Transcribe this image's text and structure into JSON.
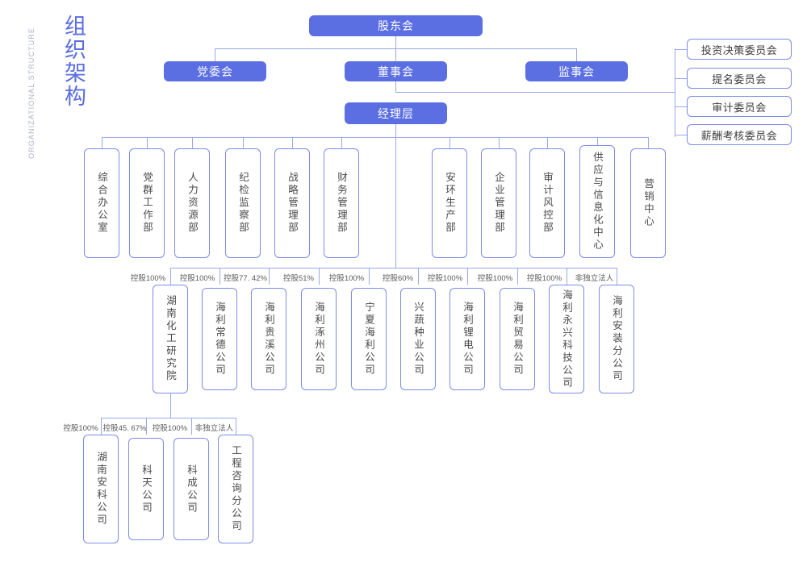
{
  "title": {
    "cn": "组织架构",
    "en": "ORGANIZATIONAL STRUCTURE"
  },
  "colors": {
    "accent": "#5b6fe3",
    "line": "#9aa9ee",
    "outline_border": "#7c8ce8",
    "text_dark": "#4a4a4a",
    "title_muted": "#aeb4c7"
  },
  "level1": {
    "label": "股东会"
  },
  "level2": [
    {
      "label": "党委会"
    },
    {
      "label": "董事会"
    },
    {
      "label": "监事会"
    }
  ],
  "committees": [
    {
      "label": "投资决策委员会"
    },
    {
      "label": "提名委员会"
    },
    {
      "label": "审计委员会"
    },
    {
      "label": "薪酬考核委员会"
    }
  ],
  "level3": {
    "label": "经理层"
  },
  "departments": [
    {
      "label": "综合办公室"
    },
    {
      "label": "党群工作部"
    },
    {
      "label": "人力资源部"
    },
    {
      "label": "纪检监察部"
    },
    {
      "label": "战略管理部"
    },
    {
      "label": "财务管理部"
    },
    {
      "label": "安环生产部"
    },
    {
      "label": "企业管理部"
    },
    {
      "label": "审计风控部"
    },
    {
      "label": "供应与信息化中心"
    },
    {
      "label": "营销中心"
    }
  ],
  "subsidiaries": [
    {
      "label": "湖南化工研究院",
      "equity": "控股100%"
    },
    {
      "label": "海利常德公司",
      "equity": "控股100%"
    },
    {
      "label": "海利贵溪公司",
      "equity": "控股77. 42%"
    },
    {
      "label": "海利涿州公司",
      "equity": "控股51%"
    },
    {
      "label": "宁夏海利公司",
      "equity": "控股100%"
    },
    {
      "label": "兴蔬种业公司",
      "equity": "控股60%"
    },
    {
      "label": "海利锂电公司",
      "equity": "控股100%"
    },
    {
      "label": "海利贸易公司",
      "equity": "控股100%"
    },
    {
      "label": "海利永兴科技公司",
      "equity": "控股100%"
    },
    {
      "label": "海利安装分公司",
      "equity": "非独立法人"
    }
  ],
  "sub_subsidiaries": [
    {
      "label": "湖南安科公司",
      "equity": "控股100%"
    },
    {
      "label": "科天公司",
      "equity": "控股45. 67%"
    },
    {
      "label": "科成公司",
      "equity": "控股100%"
    },
    {
      "label": "工程咨询分公司",
      "equity": "非独立法人"
    }
  ]
}
